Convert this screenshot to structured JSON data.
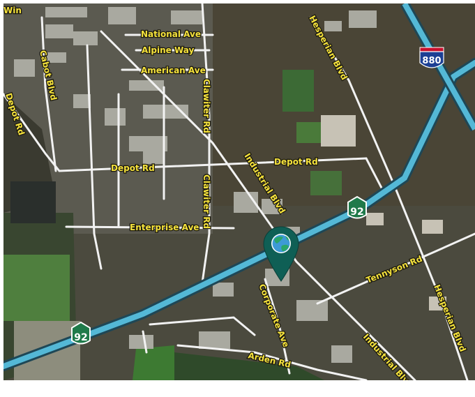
{
  "map": {
    "location_marker": {
      "icon": "globe-pin-icon",
      "color": "#0f5f55"
    },
    "shields": {
      "ca92_upper": "92",
      "ca92_lower": "92",
      "i880": "880"
    },
    "labels": {
      "winton": "Win",
      "national_ave": "National Ave",
      "alpine_way": "Alpine Way",
      "american_ave": "American Ave",
      "cabot_blvd": "Cabot Blvd",
      "depot_rd_west": "Depot Rd",
      "depot_rd_center": "Depot Rd",
      "depot_rd_east": "Depot Rd",
      "clawiter_rd_north": "Clawiter Rd",
      "clawiter_rd_south": "Clawiter Rd",
      "industrial_blvd_north": "Industrial Blvd",
      "industrial_blvd_south": "Industrial Blvd",
      "hesperian_blvd_north": "Hesperian Blvd",
      "hesperian_blvd_south": "Hesperian Blvd",
      "enterprise_ave": "Enterprise Ave",
      "tennyson_rd": "Tennyson Rd",
      "corporate_ave": "Corporate Ave",
      "arden_rd": "Arden Rd"
    },
    "colors": {
      "highway": "#54b8d6",
      "local_road": "#f2f2f2",
      "label_text": "#f5e23c",
      "marker": "#0f5f55"
    }
  }
}
